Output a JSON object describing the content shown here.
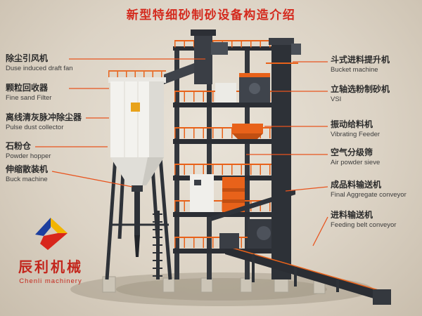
{
  "title": "新型特细砂制砂设备构造介绍",
  "colors": {
    "background_center": "#e9e3d8",
    "background_edge": "#c9bead",
    "title": "#d42a1e",
    "label_text": "#2b2b2b",
    "leader_line": "#e8541e",
    "machine_orange": "#e8621a",
    "machine_steel": "#383c42",
    "logo_red": "#c3261c"
  },
  "left_labels": [
    {
      "zh": "除尘引风机",
      "en": "Duse induced draft fan"
    },
    {
      "zh": "颗粒回收器",
      "en": "Fine sand Filter"
    },
    {
      "zh": "离线清灰脉冲除尘器",
      "en": "Pulse dust collector"
    },
    {
      "zh": "石粉仓",
      "en": "Powder hopper"
    },
    {
      "zh": "伸缩散装机",
      "en": "Buck machine"
    }
  ],
  "right_labels": [
    {
      "zh": "斗式进料提升机",
      "en": "Bucket machine"
    },
    {
      "zh": "立轴选粉制砂机",
      "en": "VSI"
    },
    {
      "zh": "振动给料机",
      "en": "Vibrating Feeder"
    },
    {
      "zh": "空气分级筛",
      "en": "Air powder sieve"
    },
    {
      "zh": "成品料输送机",
      "en": "Final Aggregate conveyor"
    },
    {
      "zh": "进料输送机",
      "en": "Feeding belt conveyor"
    }
  ],
  "logo": {
    "name_zh": "辰利机械",
    "name_en": "Chenli machinery"
  }
}
